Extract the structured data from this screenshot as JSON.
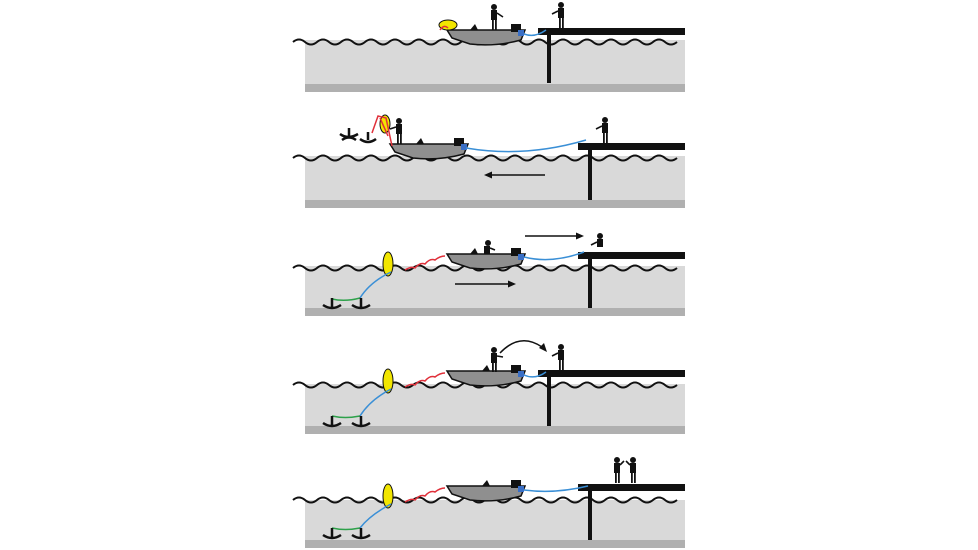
{
  "colors": {
    "water": "#d9d9d9",
    "bottom": "#b0b0b0",
    "ink": "#111111",
    "boat": "#8f8f8f",
    "rope_blue": "#3a8fd6",
    "rope_green": "#2da14a",
    "rope_red": "#e0303a",
    "buoy": "#f2e600",
    "background": "#ffffff"
  },
  "panels": [
    {
      "step": 1,
      "boat_direction": "at-dock",
      "anchor_set": false,
      "arrow": "none"
    },
    {
      "step": 2,
      "boat_direction": "away-from-dock",
      "anchor_set": false,
      "arrow": "left"
    },
    {
      "step": 3,
      "boat_direction": "toward-dock",
      "anchor_set": true,
      "arrow": "right"
    },
    {
      "step": 4,
      "boat_direction": "rope-handoff",
      "anchor_set": true,
      "arrow": "curved"
    },
    {
      "step": 5,
      "boat_direction": "moored",
      "anchor_set": true,
      "arrow": "none"
    }
  ],
  "icons": [
    "person-icon",
    "anchor-icon",
    "buoy-icon",
    "boat-icon",
    "dock-icon",
    "arrow-icon"
  ]
}
